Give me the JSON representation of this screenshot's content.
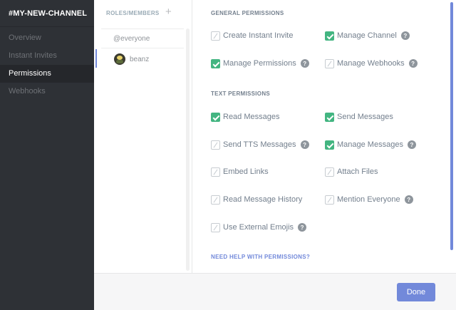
{
  "sidebar": {
    "channel_name": "#MY-NEW-CHANNEL",
    "items": [
      {
        "label": "Overview"
      },
      {
        "label": "Instant Invites"
      },
      {
        "label": "Permissions"
      },
      {
        "label": "Webhooks"
      }
    ],
    "active_item": "Permissions"
  },
  "roles": {
    "header": "ROLES/MEMBERS",
    "add_icon": "+",
    "everyone_label": "@everyone",
    "member_name": "beanz"
  },
  "permissions": {
    "general_title": "GENERAL PERMISSIONS",
    "general": [
      {
        "label": "Create Instant Invite",
        "checked": false,
        "help": false
      },
      {
        "label": "Manage Channel",
        "checked": true,
        "help": true
      },
      {
        "label": "Manage Permissions",
        "checked": true,
        "help": true
      },
      {
        "label": "Manage Webhooks",
        "checked": false,
        "help": true
      }
    ],
    "text_title": "TEXT PERMISSIONS",
    "text": [
      {
        "label": "Read Messages",
        "checked": true,
        "help": false
      },
      {
        "label": "Send Messages",
        "checked": true,
        "help": false
      },
      {
        "label": "Send TTS Messages",
        "checked": false,
        "help": true
      },
      {
        "label": "Manage Messages",
        "checked": true,
        "help": true
      },
      {
        "label": "Embed Links",
        "checked": false,
        "help": false
      },
      {
        "label": "Attach Files",
        "checked": false,
        "help": false
      },
      {
        "label": "Read Message History",
        "checked": false,
        "help": false
      },
      {
        "label": "Mention Everyone",
        "checked": false,
        "help": true
      },
      {
        "label": "Use External Emojis",
        "checked": false,
        "help": true
      }
    ],
    "help_symbol": "?",
    "help_link": "NEED HELP WITH PERMISSIONS?"
  },
  "footer": {
    "done_label": "Done"
  },
  "colors": {
    "sidebar_bg": "#2e3136",
    "checked": "#43b581",
    "accent": "#7289da"
  }
}
